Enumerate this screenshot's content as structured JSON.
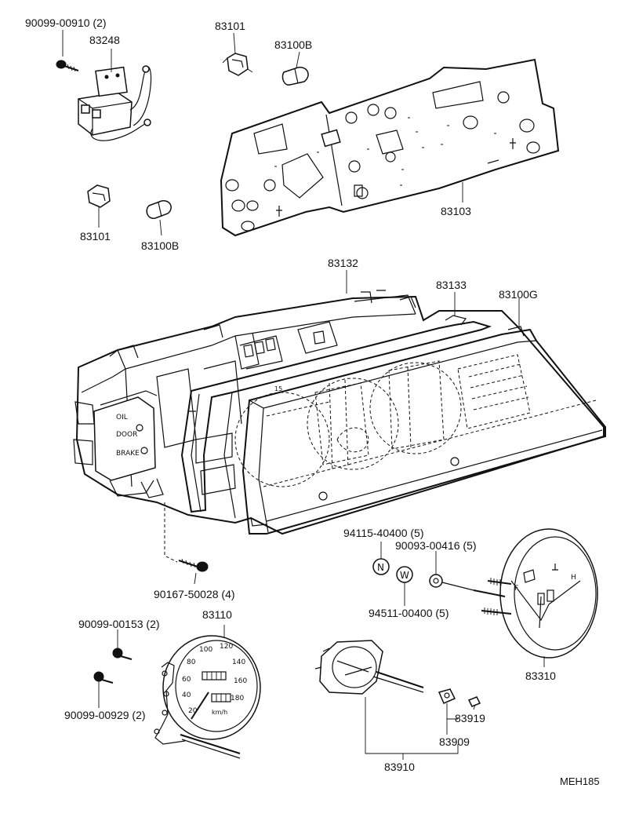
{
  "parts": {
    "screw_top_left": "90099-00910 (2)",
    "bulb_socket_top": "83101",
    "bulb_top": "83100B",
    "harness": "83248",
    "bulb_socket_left": "83101",
    "bulb_left": "83100B",
    "printed_circuit": "83103",
    "meter_case": "83132",
    "meter_housing": "83133",
    "meter_glass": "83100G",
    "screw_main": "90167-50028 (4)",
    "nut": "94115-40400 (5)",
    "washer_small": "90093-00416 (5)",
    "washer": "94511-00400 (5)",
    "temp_fuel_gauge": "83310",
    "speedometer": "83110",
    "screw_speedo_a": "90099-00153 (2)",
    "screw_speedo_b": "90099-00929 (2)",
    "tachometer_part": "83919",
    "tachometer_sub": "83909",
    "tachometer": "83910"
  },
  "markings": {
    "nut_letter": "N",
    "washer_letter": "W",
    "warn_oil": "OIL",
    "warn_door": "DOOR",
    "warn_brake": "BRAKE",
    "fuel_full": "F",
    "temp_hot": "H",
    "speed_unit": "km/h",
    "speed_20": "20",
    "speed_40": "40",
    "speed_60": "60",
    "speed_80": "80",
    "speed_100": "100",
    "speed_120": "120",
    "speed_140": "140",
    "speed_160": "160",
    "speed_180": "180"
  },
  "diagram_code": "MEH185"
}
